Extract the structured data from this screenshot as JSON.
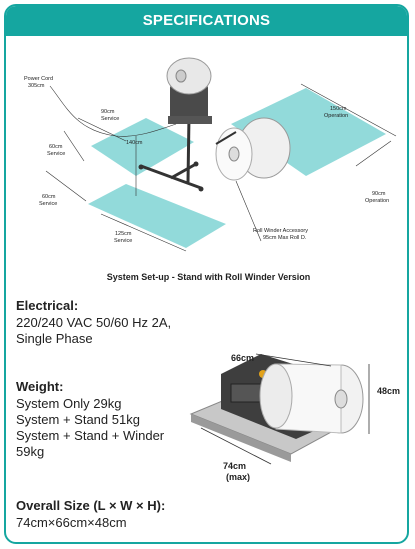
{
  "header": {
    "title": "SPECIFICATIONS"
  },
  "diagram": {
    "caption": "System Set-up - Stand with Roll Winder Version",
    "labels": {
      "power_cord": "Power Cord",
      "power_cord_len": "305cm",
      "service_90_top": "90cm",
      "service_90_top_sub": "Service",
      "service_60_top": "60cm",
      "service_60_top_sub": "Service",
      "height_140": "140cm",
      "service_60_left": "60cm",
      "service_60_left_sub": "Service",
      "service_125": "125cm",
      "service_125_sub": "Service",
      "op_150": "150cm",
      "op_150_sub": "Operation",
      "op_90": "90cm",
      "op_90_sub": "Operation",
      "winder": "Roll Winder Accessory",
      "winder_sub": "95cm Max Roll D."
    }
  },
  "electrical": {
    "title": "Electrical:",
    "line1": "220/240 VAC 50/60 Hz 2A,",
    "line2": "Single Phase"
  },
  "weight": {
    "title": "Weight:",
    "line1": "System Only 29kg",
    "line2": "System + Stand 51kg",
    "line3": "System + Stand + Winder",
    "line4": "59kg"
  },
  "overall": {
    "title": "Overall Size (L × W × H):",
    "value": "74cm×66cm×48cm"
  },
  "machine_dims": {
    "width": "66cm",
    "height": "48cm",
    "length": "74cm",
    "length_sub": "(max)"
  },
  "colors": {
    "accent": "#15a6a0",
    "zone": "#7fd3d3"
  }
}
